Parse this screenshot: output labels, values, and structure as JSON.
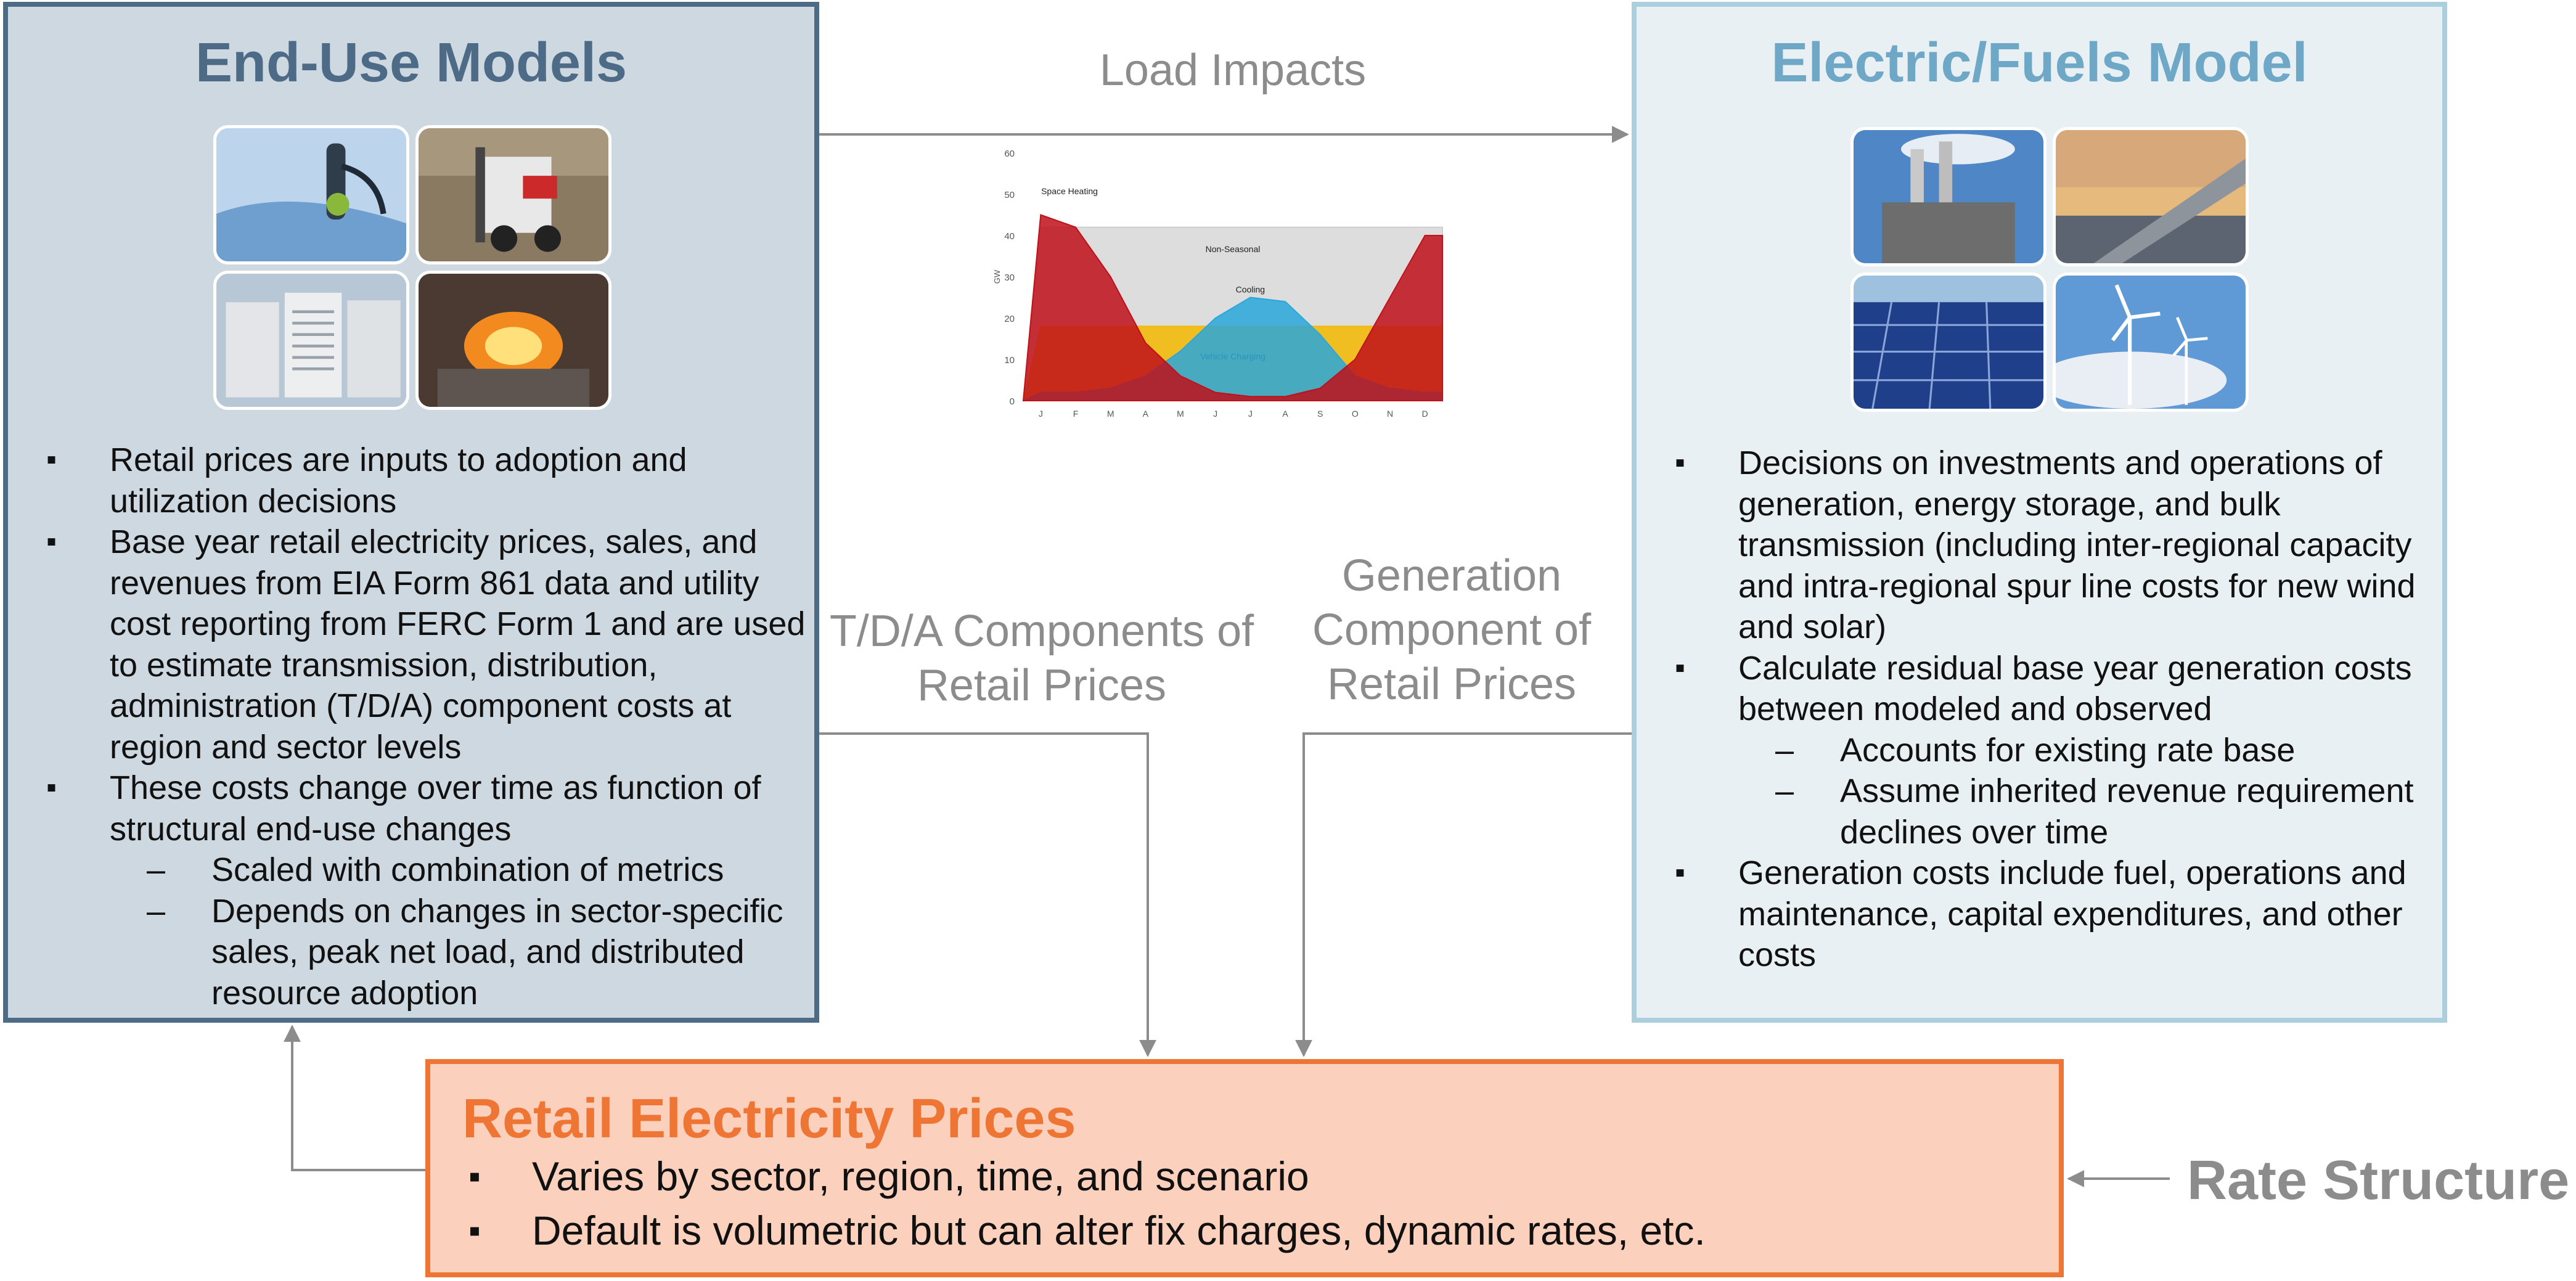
{
  "end_use": {
    "title": "End-Use Models",
    "photos": [
      "ev-charging-photo",
      "forklift-photo",
      "heat-pump-units-photo",
      "industrial-furnace-photo"
    ],
    "bullets": [
      {
        "level": 1,
        "text": "Retail prices are inputs to adoption and utilization decisions"
      },
      {
        "level": 1,
        "text": "Base year retail electricity prices, sales, and revenues from EIA Form 861 data and utility cost reporting from FERC Form 1 and are used to estimate transmission, distribution, administration (T/D/A) component costs at region and sector levels"
      },
      {
        "level": 1,
        "text": "These costs change over time as function of structural end-use changes"
      },
      {
        "level": 2,
        "text": "Scaled with combination of metrics"
      },
      {
        "level": 2,
        "text": "Depends on changes in sector-specific sales, peak net load, and distributed resource adoption"
      }
    ]
  },
  "electric_fuels": {
    "title": "Electric/Fuels Model",
    "photos": [
      "power-plant-photo",
      "pipeline-photo",
      "solar-panels-photo",
      "wind-turbines-photo"
    ],
    "bullets": [
      {
        "level": 1,
        "text": "Decisions on investments and operations of generation, energy storage, and bulk transmission (including inter-regional capacity and intra-regional spur line costs for new wind and solar)"
      },
      {
        "level": 1,
        "text": "Calculate residual base year generation costs between modeled and observed"
      },
      {
        "level": 2,
        "text": "Accounts for existing rate base"
      },
      {
        "level": 2,
        "text": "Assume inherited revenue requirement declines over time"
      },
      {
        "level": 1,
        "text": "Generation costs include fuel, operations and maintenance, capital expenditures, and other costs"
      }
    ]
  },
  "retail": {
    "title": "Retail Electricity Prices",
    "bullets": [
      {
        "level": 1,
        "text": "Varies by sector, region, time, and scenario"
      },
      {
        "level": 1,
        "text": "Default is volumetric but can alter fix charges, dynamic rates, etc."
      }
    ]
  },
  "labels": {
    "load_impacts": "Load Impacts",
    "tda_components": "T/D/A Components of Retail Prices",
    "generation_component": "Generation Component of Retail Prices",
    "rate_structure": "Rate Structure"
  },
  "colors": {
    "end_use_title": "#4d6b86",
    "electric_fuels_title": "#6ea8c6",
    "retail_accent": "#ee7533",
    "arrow_gray": "#8c8c8c"
  },
  "chart_data": {
    "type": "area",
    "ylabel": "GW",
    "ylim": [
      0,
      60
    ],
    "yticks": [
      "0",
      "10",
      "20",
      "30",
      "40",
      "50",
      "60"
    ],
    "categories": [
      "J",
      "F",
      "M",
      "A",
      "M",
      "J",
      "J",
      "A",
      "S",
      "O",
      "N",
      "D"
    ],
    "series": [
      {
        "name": "Space Heating",
        "color": "#c0111a",
        "values": [
          45,
          42,
          30,
          14,
          6,
          2,
          1,
          1,
          3,
          10,
          25,
          40
        ]
      },
      {
        "name": "Cooling",
        "color": "#2aa7db",
        "values": [
          2,
          2,
          3,
          6,
          12,
          20,
          25,
          24,
          16,
          6,
          3,
          2
        ]
      },
      {
        "name": "Vehicle Charging",
        "color": "#f5b800",
        "values": [
          18,
          18,
          18,
          18,
          18,
          18,
          18,
          18,
          18,
          18,
          18,
          18
        ]
      },
      {
        "name": "Non-Seasonal",
        "color": "#cfcfcf",
        "values": [
          42,
          42,
          42,
          42,
          42,
          42,
          42,
          42,
          42,
          42,
          42,
          42
        ]
      }
    ]
  }
}
